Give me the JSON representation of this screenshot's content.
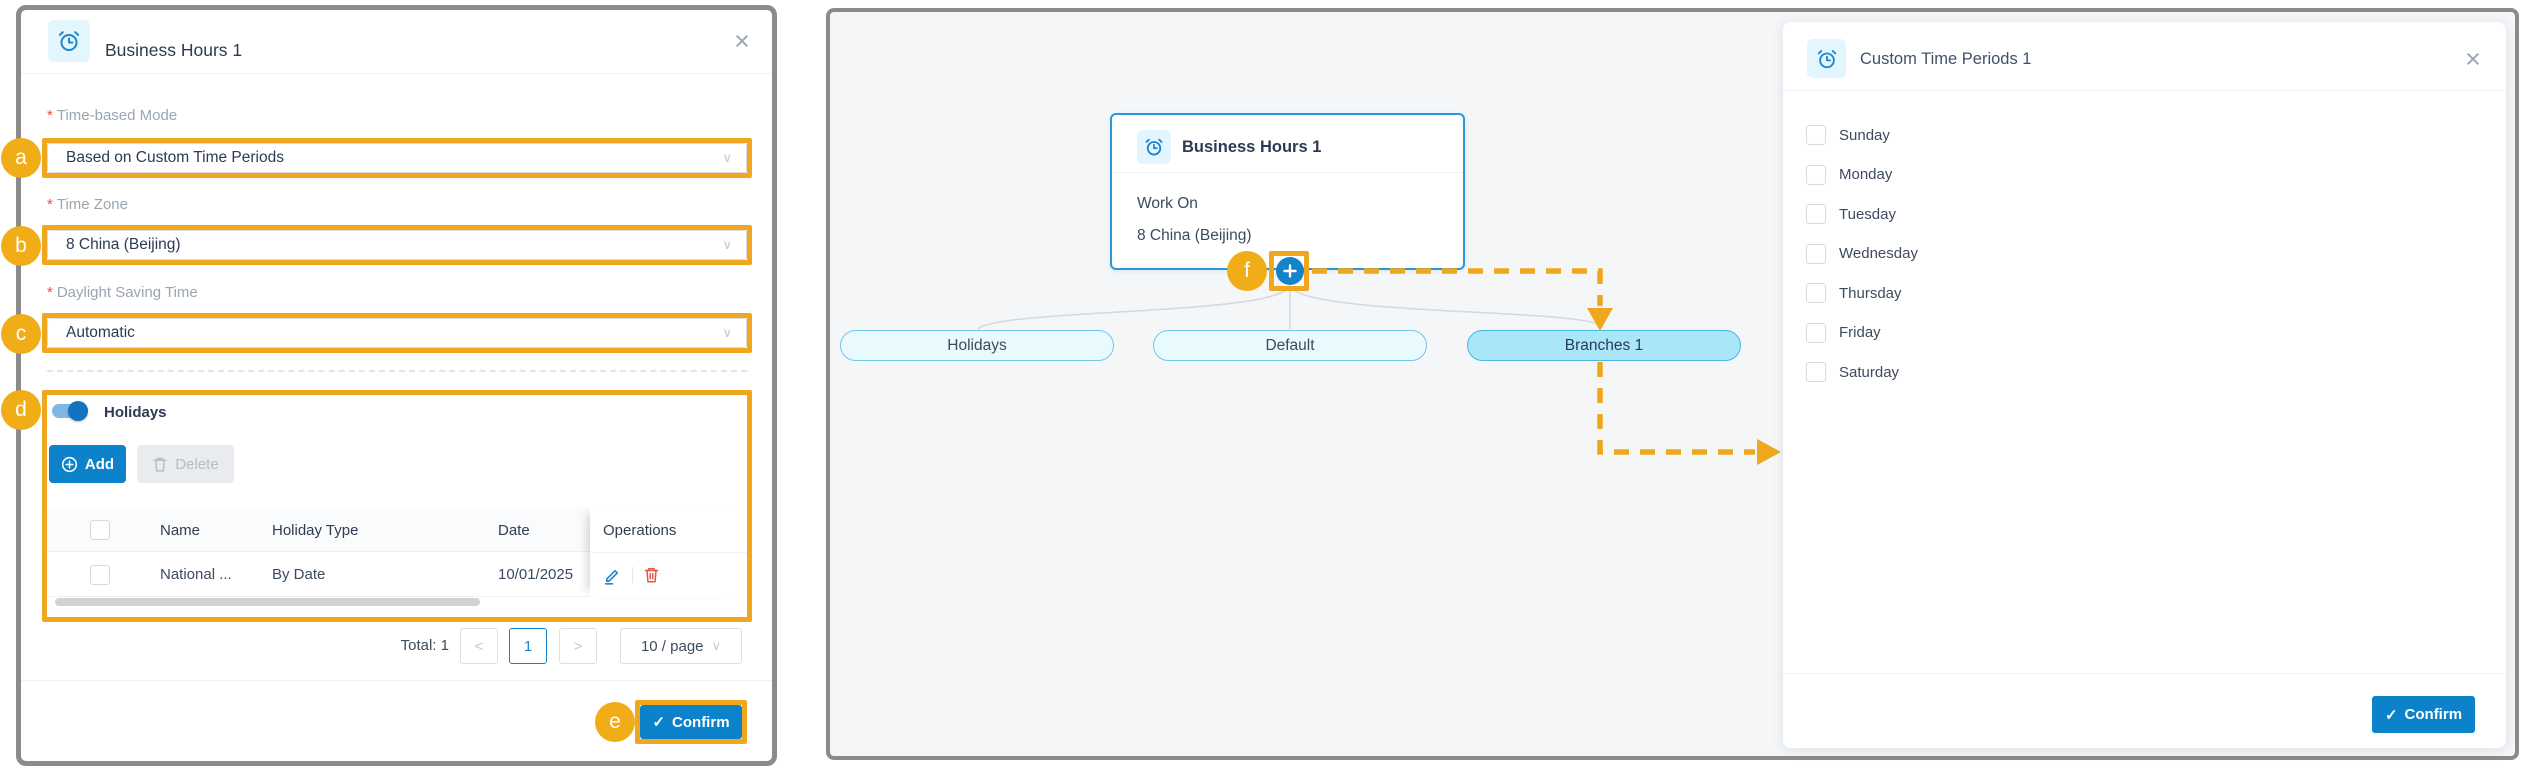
{
  "colors": {
    "annotation_orange": "#F0A71D",
    "primary_blue": "#0C82CB",
    "node_border_blue": "#2A97D8",
    "canvas_background": "#F4F6F8",
    "selected_pill_fill": "#A9E6F8",
    "danger_red": "#E1564A"
  },
  "annotations": {
    "a": "a",
    "b": "b",
    "c": "c",
    "d": "d",
    "e": "e",
    "f": "f"
  },
  "left_dialog": {
    "title": "Business Hours 1",
    "close_label": "×",
    "required_mark": "*",
    "fields": [
      {
        "label": "Time-based Mode",
        "value": "Based on Custom Time Periods"
      },
      {
        "label": "Time Zone",
        "value": "8 China (Beijing)"
      },
      {
        "label": "Daylight Saving Time",
        "value": "Automatic"
      }
    ],
    "holidays": {
      "toggle_label": "Holidays",
      "add_label": "Add",
      "delete_label": "Delete",
      "table": {
        "headers": [
          "Name",
          "Holiday Type",
          "Date",
          "Operations"
        ],
        "rows": [
          {
            "name": "National ...",
            "type": "By Date",
            "date": "10/01/2025"
          }
        ]
      }
    },
    "pagination": {
      "total": "Total: 1",
      "prev": "<",
      "page": "1",
      "next": ">",
      "page_size": "10 / page"
    },
    "confirm_check": "✓",
    "confirm_label": "Confirm"
  },
  "diagram": {
    "node": {
      "title": "Business Hours 1",
      "line1": "Work On",
      "line2": "8 China (Beijing)"
    },
    "plus_label": "+",
    "pills": [
      {
        "label": "Holidays"
      },
      {
        "label": "Default"
      },
      {
        "label": "Branches 1"
      }
    ]
  },
  "right_dialog": {
    "title": "Custom Time Periods 1",
    "close_label": "×",
    "days": [
      "Sunday",
      "Monday",
      "Tuesday",
      "Wednesday",
      "Thursday",
      "Friday",
      "Saturday"
    ],
    "confirm_check": "✓",
    "confirm_label": "Confirm"
  }
}
